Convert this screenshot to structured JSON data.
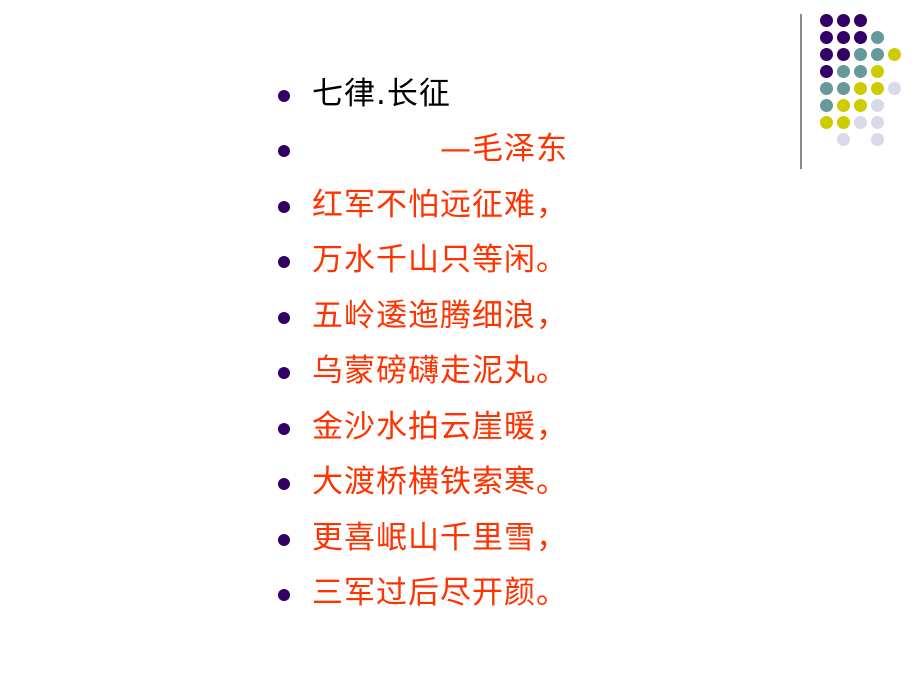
{
  "slide": {
    "title": "七律.长征",
    "author": "—毛泽东",
    "lines": [
      "红军不怕远征难，",
      "万水千山只等闲。",
      "五岭逶迤腾细浪，",
      "乌蒙磅礴走泥丸。",
      "金沙水拍云崖暖，",
      "大渡桥横铁索寒。",
      "更喜岷山千里雪，",
      "三军过后尽开颜。"
    ]
  },
  "colors": {
    "poem_text": "#ff3300",
    "title_text": "#000000",
    "bullet": "#330066",
    "purple": "#330066",
    "teal": "#669999",
    "yellow": "#cccc00",
    "lavender": "#d9d9ec"
  },
  "decoration": {
    "dot_grid_rows": [
      [
        "purple",
        "purple",
        "purple",
        null,
        null
      ],
      [
        "purple",
        "purple",
        "purple",
        "teal",
        null
      ],
      [
        "purple",
        "purple",
        "teal",
        "teal",
        "yellow"
      ],
      [
        "purple",
        "teal",
        "teal",
        "yellow",
        null
      ],
      [
        "teal",
        "teal",
        "yellow",
        "yellow",
        "lavender"
      ],
      [
        "teal",
        "yellow",
        "yellow",
        "lavender",
        null
      ],
      [
        "yellow",
        "yellow",
        "lavender",
        "lavender",
        null
      ],
      [
        null,
        "lavender",
        null,
        "lavender",
        null
      ]
    ]
  }
}
